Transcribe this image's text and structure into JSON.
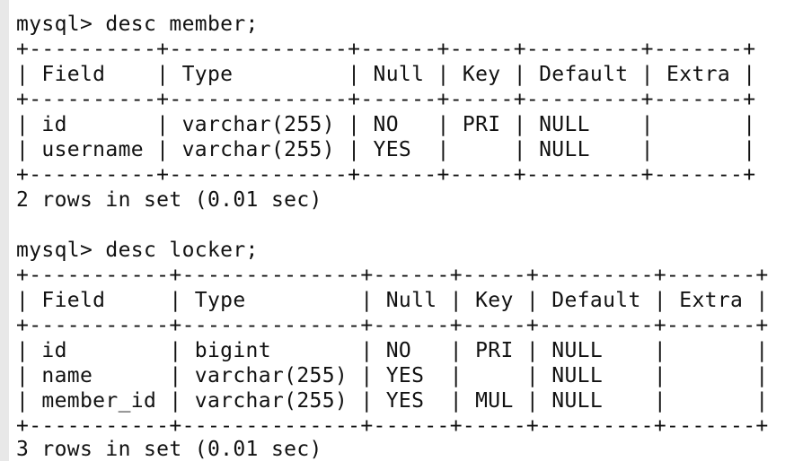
{
  "terminal": {
    "blocks": [
      {
        "prompt": "mysql> desc member;",
        "border": "+----------+--------------+------+-----+---------+-------+",
        "header": "| Field    | Type         | Null | Key | Default | Extra |",
        "rows": [
          "| id       | varchar(255) | NO   | PRI | NULL    |       |",
          "| username | varchar(255) | YES  |     | NULL    |       |"
        ],
        "summary": "2 rows in set (0.01 sec)"
      },
      {
        "prompt": "mysql> desc locker;",
        "border": "+-----------+--------------+------+-----+---------+-------+",
        "header": "| Field     | Type         | Null | Key | Default | Extra |",
        "rows": [
          "| id        | bigint       | NO   | PRI | NULL    |       |",
          "| name      | varchar(255) | YES  |     | NULL    |       |",
          "| member_id | varchar(255) | YES  | MUL | NULL    |       |"
        ],
        "summary": "3 rows in set (0.01 sec)"
      }
    ]
  }
}
